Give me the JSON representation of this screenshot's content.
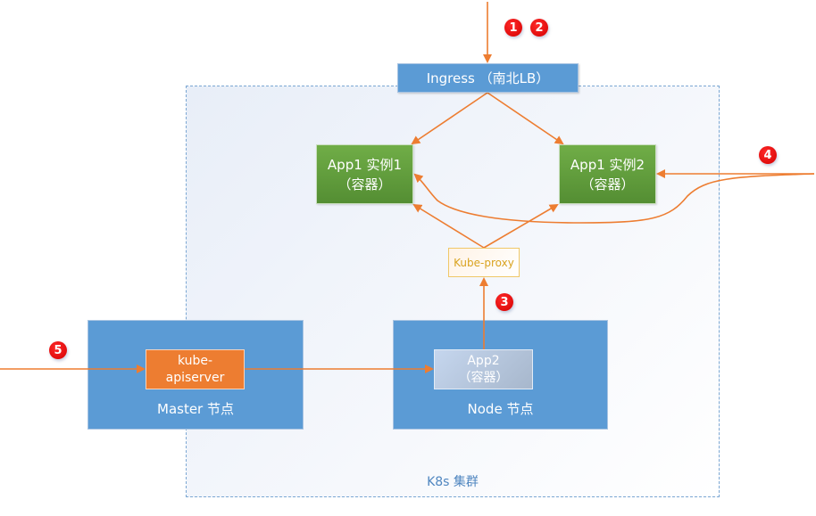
{
  "diagram": {
    "cluster": {
      "label": "K8s 集群"
    },
    "ingress": {
      "label": "Ingress （南北LB）"
    },
    "app1_instance1": {
      "line1": "App1 实例1",
      "line2": "（容器）"
    },
    "app1_instance2": {
      "line1": "App1 实例2",
      "line2": "（容器）"
    },
    "kube_proxy": {
      "label": "Kube-proxy"
    },
    "master_node": {
      "label": "Master 节点"
    },
    "worker_node": {
      "label": "Node 节点"
    },
    "kube_apiserver": {
      "line1": "kube-",
      "line2": "apiserver"
    },
    "app2": {
      "line1": "App2",
      "line2": "（容器）"
    },
    "badges": [
      "1",
      "2",
      "3",
      "4",
      "5"
    ]
  },
  "colors": {
    "arrow": "#ED7D31",
    "node_blue": "#5B9BD5",
    "app_green": "#70AD47",
    "badge_red": "#E00000",
    "cluster_border": "#7BA7D3",
    "kube_proxy_text": "#D9A320"
  }
}
